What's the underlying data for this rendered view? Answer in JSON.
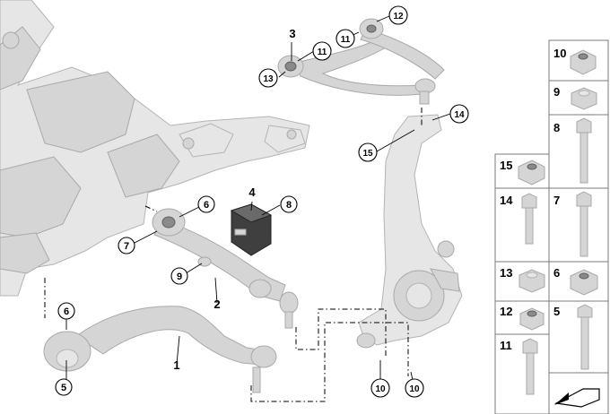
{
  "callouts": {
    "c1": "1",
    "c2": "2",
    "c3": "3",
    "c4": "4",
    "c5": "5",
    "c6a": "6",
    "c6b": "6",
    "c7": "7",
    "c8": "8",
    "c9": "9",
    "c10a": "10",
    "c10b": "10",
    "c11a": "11",
    "c11b": "11",
    "c12": "12",
    "c13": "13",
    "c14": "14",
    "c15": "15"
  },
  "parts_panel": {
    "r10": "10",
    "r9": "9",
    "r8": "8",
    "r15": "15",
    "r14": "14",
    "r7": "7",
    "r13": "13",
    "r6": "6",
    "r12": "12",
    "r5": "5",
    "r11": "11"
  },
  "colors": {
    "part_fill": "#d5d5d5",
    "part_stroke": "#a9a9a9",
    "dark_part": "#8a8a8a",
    "panel_border": "#7b7b7b"
  }
}
